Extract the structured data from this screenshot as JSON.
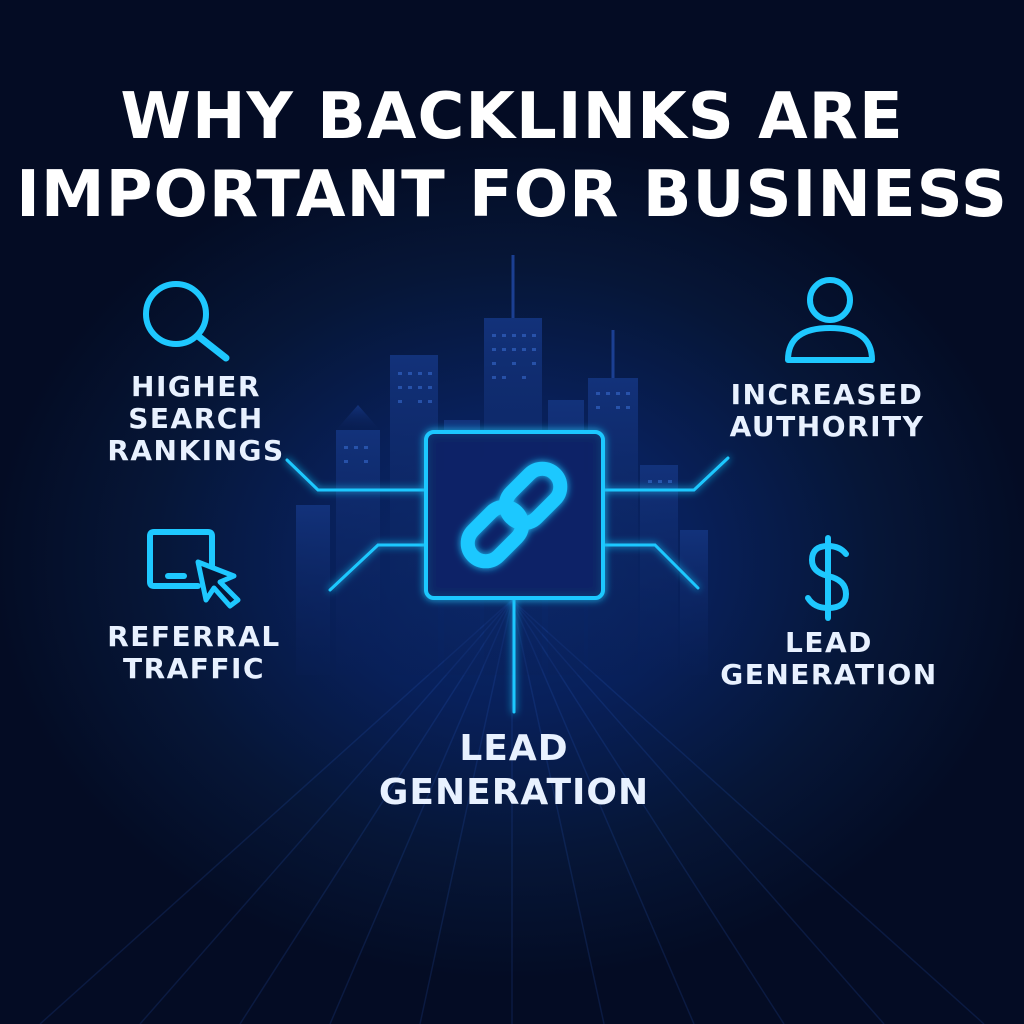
{
  "title": {
    "line1": "WHY BACKLINKS ARE",
    "line2": "IMPORTANT FOR BUSINESS"
  },
  "benefits": [
    {
      "lines": [
        "HIGHER",
        "SEARCH",
        "RANKINGS"
      ],
      "icon": "search-icon"
    },
    {
      "lines": [
        "INCREASED",
        "AUTHORITY"
      ],
      "icon": "user-icon"
    },
    {
      "lines": [
        "REFERRAL",
        "TRAFFIC"
      ],
      "icon": "monitor-cursor-icon"
    },
    {
      "lines": [
        "LEAD",
        "GENERATION"
      ],
      "icon": "dollar-icon"
    },
    {
      "lines": [
        "LEAD",
        "GENERATION"
      ],
      "icon": null
    }
  ],
  "hub": {
    "icon": "link-chain-icon"
  },
  "colors": {
    "accent": "#1ec8ff",
    "text": "#ffffff",
    "background": "#061637",
    "building": "#0e2a6a"
  }
}
